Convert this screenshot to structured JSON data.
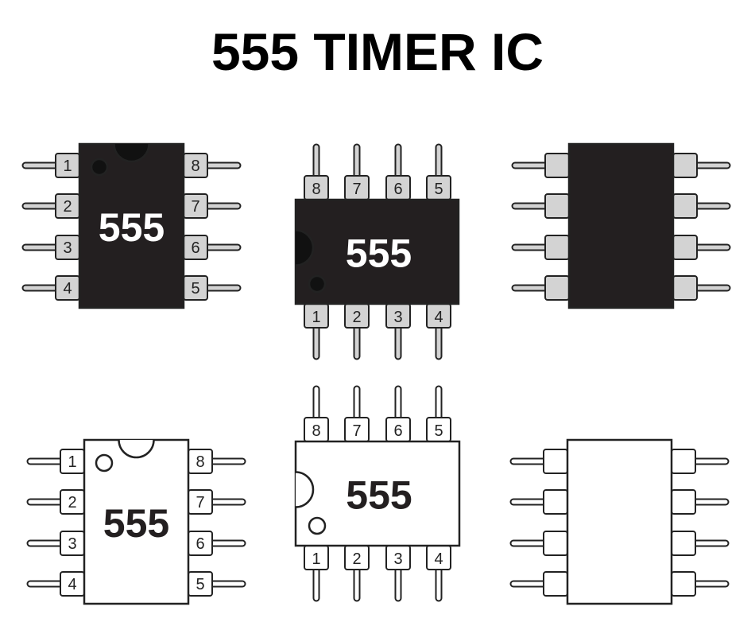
{
  "title": "555 TIMER IC",
  "chip_label": "555",
  "pin_numbers": {
    "left": [
      "1",
      "2",
      "3",
      "4"
    ],
    "right": [
      "8",
      "7",
      "6",
      "5"
    ],
    "top": [
      "8",
      "7",
      "6",
      "5"
    ],
    "bottom": [
      "1",
      "2",
      "3",
      "4"
    ]
  },
  "colors": {
    "stroke": "#222222",
    "dark_body": "#231f20",
    "light_body": "#ffffff",
    "dark_pin": "#d3d3d3",
    "light_pin": "#ffffff",
    "dark_label": "#ffffff",
    "light_label": "#231f20"
  },
  "chips": [
    {
      "name": "chip-dark-vertical-top-view",
      "theme": "dark",
      "orientation": "vertical",
      "labeled": true
    },
    {
      "name": "chip-dark-horizontal-top-view",
      "theme": "dark",
      "orientation": "horizontal",
      "labeled": true
    },
    {
      "name": "chip-dark-vertical-bottom-view",
      "theme": "dark",
      "orientation": "vertical",
      "labeled": false
    },
    {
      "name": "chip-light-vertical-top-view",
      "theme": "light",
      "orientation": "vertical",
      "labeled": true
    },
    {
      "name": "chip-light-horizontal-top-view",
      "theme": "light",
      "orientation": "horizontal",
      "labeled": true
    },
    {
      "name": "chip-light-vertical-bottom-view",
      "theme": "light",
      "orientation": "vertical",
      "labeled": false
    }
  ]
}
